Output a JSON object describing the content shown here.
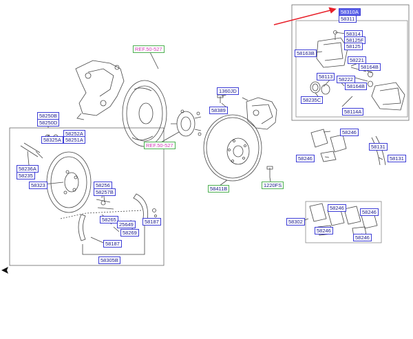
{
  "colors": {
    "label_border": "#3b3bd6",
    "label_text": "#1a1a8a",
    "ref_text": "#d63bb8",
    "ref_border": "#4caf50",
    "highlight": "#5b62e8",
    "arrow": "#e8202a"
  },
  "labels": {
    "l58310A": "58310A",
    "l58311": "58311",
    "l58314": "58314",
    "l58125F": "58125F",
    "l58125": "58125",
    "l58163B": "58163B",
    "l58221": "58221",
    "l58164B_a": "58164B",
    "l58113": "58113",
    "l58222": "58222",
    "l58164B_b": "58164B",
    "l58235C": "58235C",
    "l58114A": "58114A",
    "ref_50_527_a": "REF.50-527",
    "l1360JD": "1360JD",
    "l58389": "58389",
    "ref_50_527_b": "REF.50-527",
    "l58411B": "58411B",
    "l1220FS": "1220FS",
    "l58250B": "58250B",
    "l58250D": "58250D",
    "l58252A": "58252A",
    "l58325A": "58325A",
    "l58251A": "58251A",
    "l58236A": "58236A",
    "l58235": "58235",
    "l58323": "58323",
    "l58256": "58256",
    "l58257B": "58257B",
    "l58265": "58265",
    "l25649": "25649",
    "l58269": "58269",
    "l58187_a": "58187",
    "l58187_b": "58187",
    "l58305B": "58305B",
    "l58246_a": "58246",
    "l58131_a": "58131",
    "l58246_b": "58246",
    "l58131_b": "58131",
    "l58302": "58302",
    "l58246_c": "58246",
    "l58246_d": "58246",
    "l58246_e": "58246",
    "l58246_f": "58246"
  }
}
